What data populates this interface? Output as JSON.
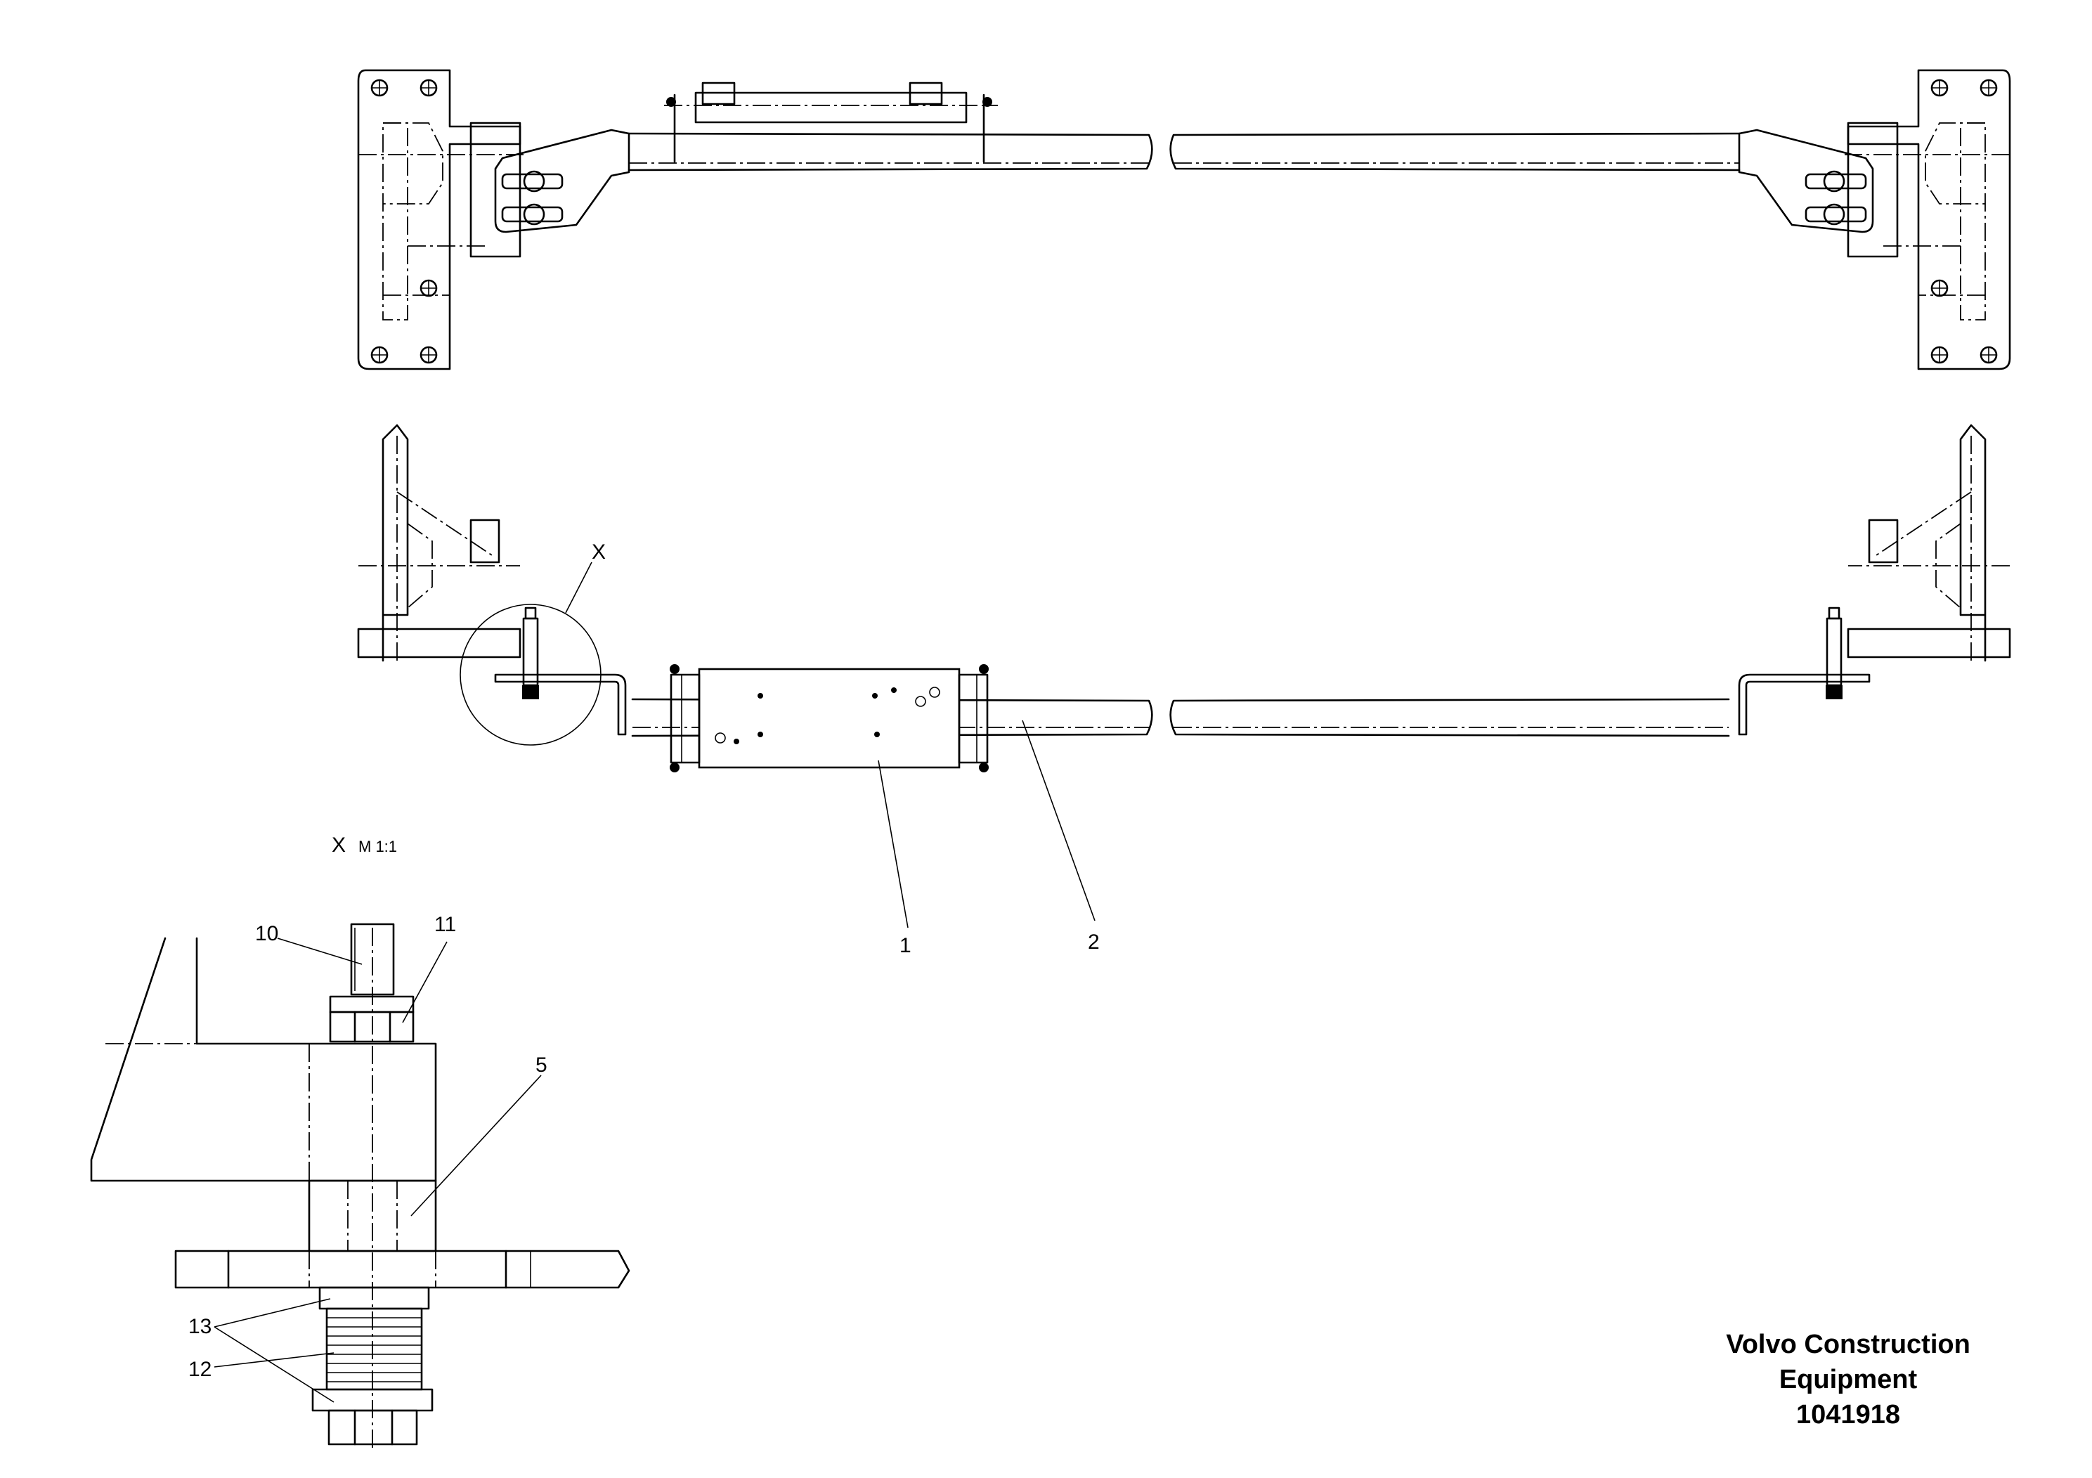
{
  "view_label": {
    "letter": "X",
    "scale": "M 1:1"
  },
  "detail_circle_label": "X",
  "callouts": [
    "1",
    "2",
    "5",
    "10",
    "11",
    "12",
    "13"
  ],
  "title_block": {
    "line1": "Volvo Construction",
    "line2": "Equipment",
    "doc_number": "1041918"
  }
}
